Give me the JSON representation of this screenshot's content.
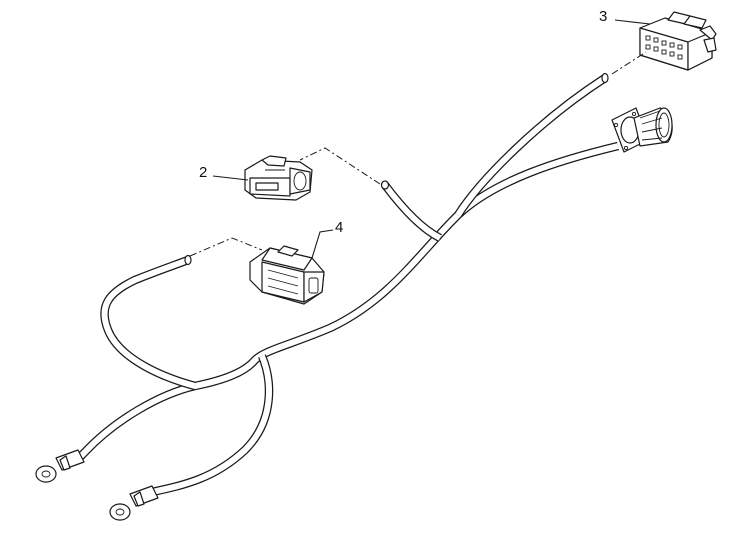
{
  "diagram": {
    "callouts": [
      {
        "id": "c2",
        "label": "2",
        "part": "connector-2"
      },
      {
        "id": "c3",
        "label": "3",
        "part": "connector-3"
      },
      {
        "id": "c4",
        "label": "4",
        "part": "connector-4"
      }
    ]
  }
}
